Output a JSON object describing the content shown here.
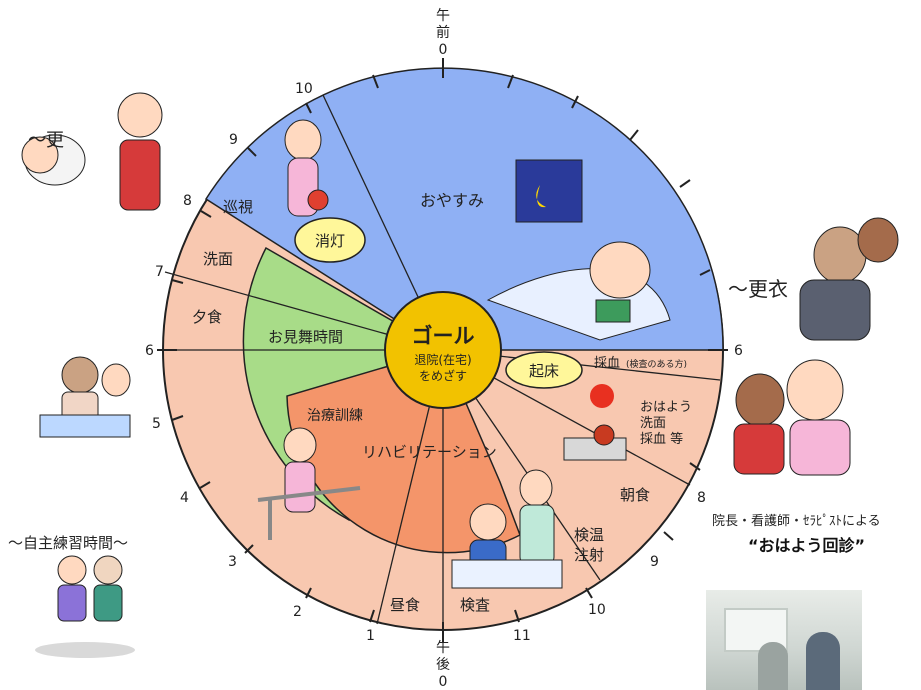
{
  "clock": {
    "top_label": "午\n前\n0",
    "bottom_label": "午\n後\n0",
    "hours_right": [
      "6",
      "8",
      "9",
      "10",
      "11"
    ],
    "hours_left": [
      "10",
      "9",
      "8",
      "7",
      "6",
      "5",
      "4",
      "3",
      "2",
      "1"
    ]
  },
  "segments": {
    "sleep": "おやすみ",
    "patrol": "巡視",
    "lights_out": "消灯",
    "wash_evening": "洗面",
    "dinner": "夕食",
    "visit": "お見舞時間",
    "treatment": "治療訓練",
    "rehab": "リハビリテーション",
    "lunch": "昼食",
    "exam": "検査",
    "temp_injection": "検温\n注射",
    "breakfast": "朝食",
    "wake": "起床",
    "blood": "採血",
    "blood_note": "(検査のある方)",
    "morning_list": "おはよう\n洗面\n採血 等"
  },
  "center": {
    "goal": "ゴール",
    "sub1": "退院(在宅)",
    "sub2": "をめざす"
  },
  "side": {
    "kouiue": "～更",
    "kouishita": "～更衣",
    "jishu": "～自主練習時間～",
    "morning_caption": "院長・看護師・ｾﾗﾋﾟｽﾄによる",
    "morning_title": "“おはよう回診”"
  },
  "colors": {
    "night": "#8fb0f4",
    "day": "#f8c8b0",
    "visit": "#a8dc88",
    "rehab": "#f4956a",
    "center": "#f2c200",
    "bubble": "#fff79a"
  }
}
